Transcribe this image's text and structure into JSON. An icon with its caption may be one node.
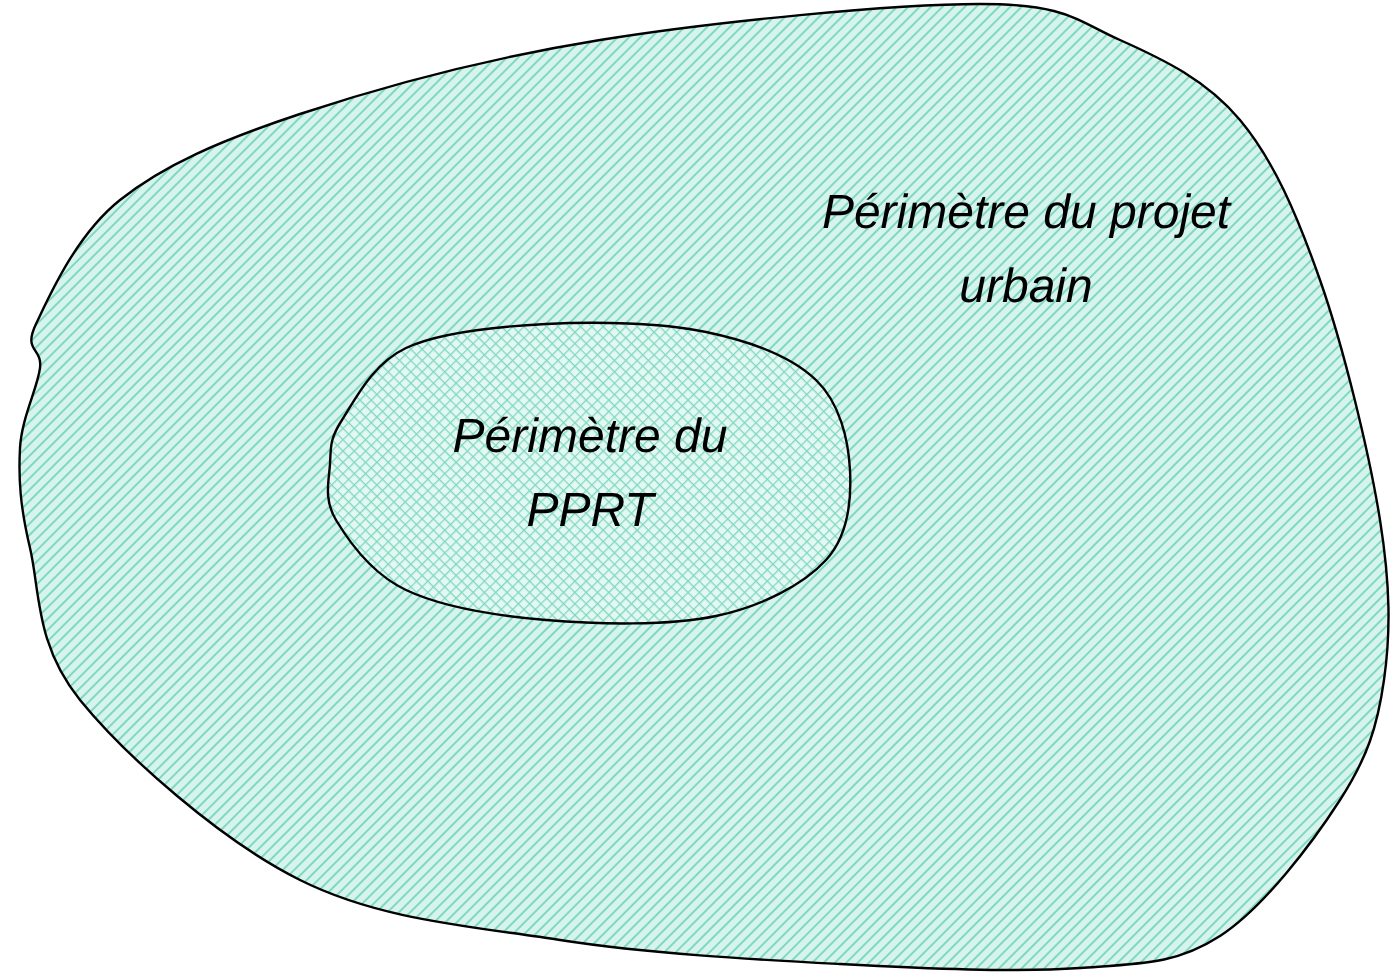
{
  "diagram": {
    "nodes": [
      {
        "text": [
          "Périmètre du projet urbain"
        ]
      },
      {
        "text": [
          "Périmètre du PPRT"
        ],
        "in": 0
      }
    ]
  }
}
